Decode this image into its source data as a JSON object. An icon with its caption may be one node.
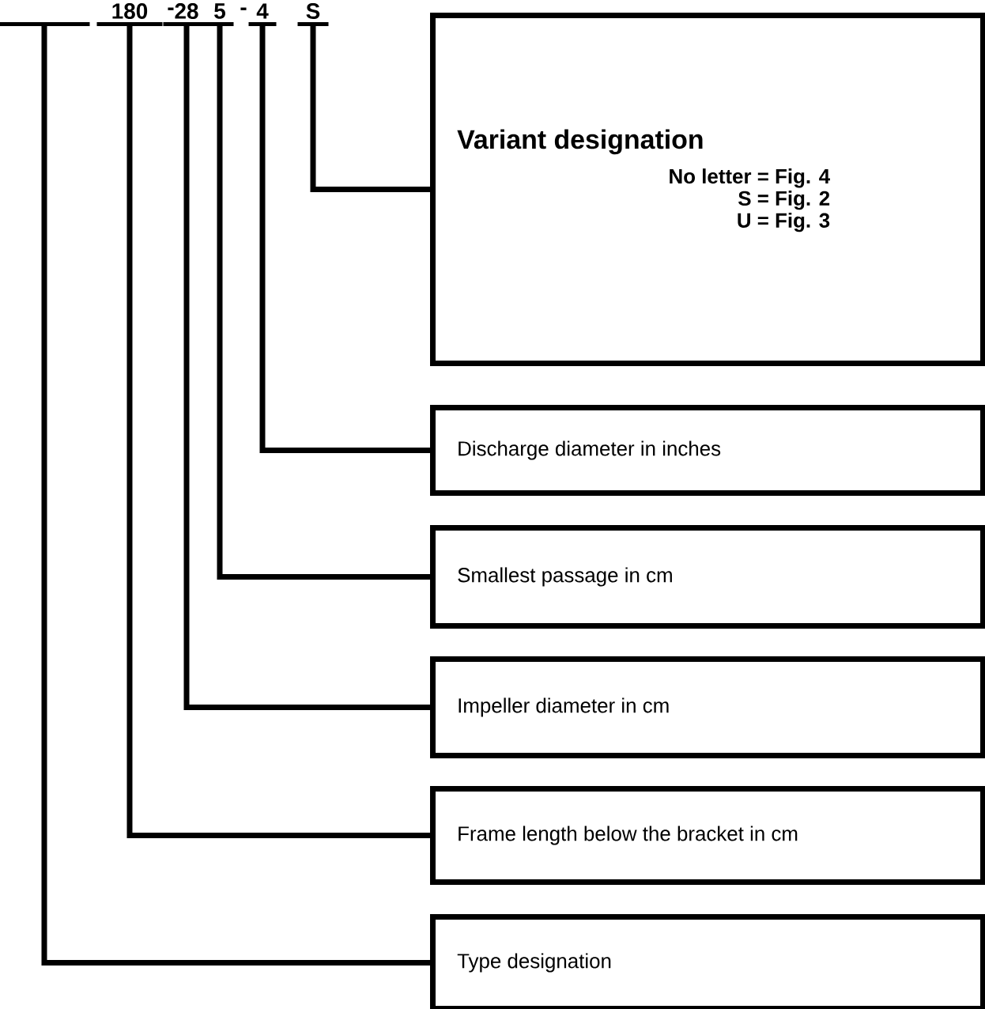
{
  "diagram": {
    "nodes": [
      {
        "text": [],
        "shape": "bar"
      },
      {
        "text": [
          "180"
        ]
      },
      {
        "text": [
          "28"
        ]
      },
      {
        "text": [
          "5"
        ]
      },
      {
        "text": [
          "4"
        ]
      },
      {
        "text": [
          "S"
        ]
      },
      {
        "text": [
          "Variant designation",
          "No letter = Fig. 4",
          "S = Fig. 2",
          "U = Fig. 3"
        ]
      },
      {
        "text": [
          "Discharge diameter in inches"
        ]
      },
      {
        "text": [
          "Smallest passage in cm"
        ]
      },
      {
        "text": [
          "Impeller diameter in cm"
        ]
      },
      {
        "text": [
          "Frame length below the bracket in cm"
        ]
      },
      {
        "text": [
          "Type designation"
        ]
      }
    ],
    "edges": [
      {
        "from": 5,
        "to": 6,
        "arrow": "none"
      },
      {
        "from": 4,
        "to": 7,
        "arrow": "none"
      },
      {
        "from": 3,
        "to": 8,
        "arrow": "none"
      },
      {
        "from": 2,
        "to": 9,
        "arrow": "none"
      },
      {
        "from": 1,
        "to": 10,
        "arrow": "none"
      },
      {
        "from": 0,
        "to": 11,
        "arrow": "none"
      }
    ],
    "labels": [
      "-",
      "-"
    ]
  }
}
